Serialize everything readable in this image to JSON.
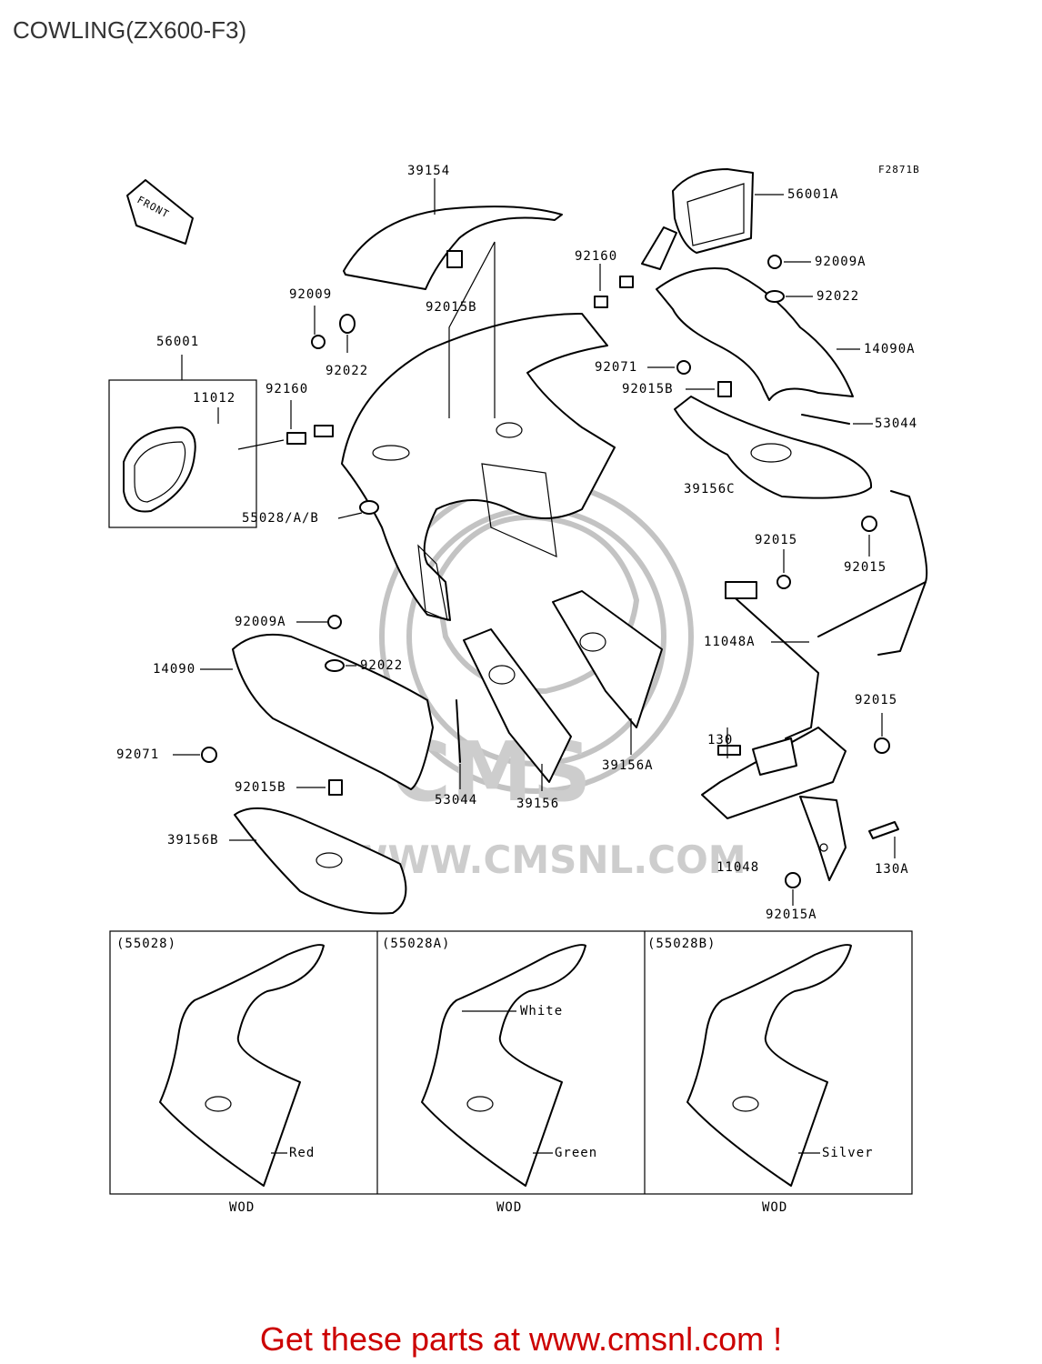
{
  "page": {
    "title": "COWLING(ZX600-F3)",
    "footer": "Get these parts at www.cmsnl.com !"
  },
  "diagram": {
    "figure_code": "F2871B",
    "front_label": "FRONT",
    "watermark": {
      "brand": "CMS",
      "url": "WWW.CMSNL.COM"
    },
    "part_labels": {
      "p39154": "39154",
      "p56001A": "56001A",
      "p92009A_top": "92009A",
      "p92022_top": "92022",
      "p14090A": "14090A",
      "p53044_right": "53044",
      "p39156C": "39156C",
      "p92160_top": "92160",
      "p92071_top": "92071",
      "p92015B_top": "92015B",
      "p92009": "92009",
      "p92015B_mid": "92015B",
      "p92022_mid": "92022",
      "p56001": "56001",
      "p11012": "11012",
      "p92160_left": "92160",
      "p55028AB": "55028/A/B",
      "p92015_a": "92015",
      "p92015_b": "92015",
      "p11048A": "11048A",
      "p92009A_low": "92009A",
      "p92022_low": "92022",
      "p14090": "14090",
      "p92071_low": "92071",
      "p92015B_low": "92015B",
      "p53044_low": "53044",
      "p39156": "39156",
      "p39156A": "39156A",
      "p130": "130",
      "p92015_c": "92015",
      "p39156B": "39156B",
      "p11048": "11048",
      "p130A": "130A",
      "p92015A": "92015A"
    },
    "variants": [
      {
        "code": "(55028)",
        "color": "Red",
        "note": "WOD"
      },
      {
        "code": "(55028A)",
        "color": "Green",
        "highlight": "White",
        "note": "WOD"
      },
      {
        "code": "(55028B)",
        "color": "Silver",
        "note": "WOD"
      }
    ]
  }
}
